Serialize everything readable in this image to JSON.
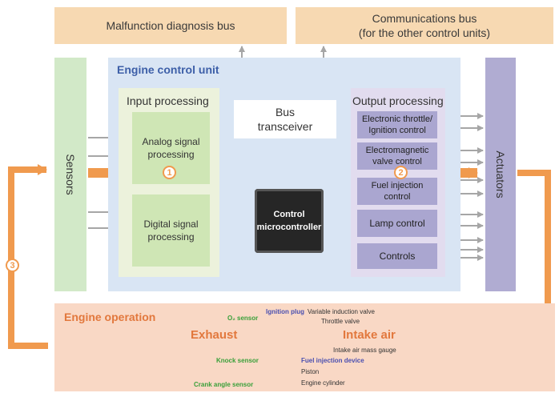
{
  "buses": {
    "malfunction": "Malfunction diagnosis bus",
    "comms_line1": "Communications bus",
    "comms_line2": "(for the other control units)"
  },
  "sensors": "Sensors",
  "actuators": "Actuators",
  "ecu": {
    "title": "Engine control unit",
    "input_title": "Input processing",
    "analog_line1": "Analog signal",
    "analog_line2": "processing",
    "digital_line1": "Digital signal",
    "digital_line2": "processing",
    "bus_transceiver_line1": "Bus",
    "bus_transceiver_line2": "transceiver",
    "micro_line1": "Control",
    "micro_line2": "microcontroller",
    "output_title": "Output processing",
    "outputs": [
      {
        "line1": "Electronic throttle/",
        "line2": "Ignition control"
      },
      {
        "line1": "Electromagnetic",
        "line2": "valve control"
      },
      {
        "line1": "Fuel injection control",
        "line2": ""
      },
      {
        "line1": "Lamp control",
        "line2": ""
      },
      {
        "line1": "Controls",
        "line2": ""
      }
    ]
  },
  "steps": [
    "1",
    "2",
    "3"
  ],
  "engine": {
    "title": "Engine operation",
    "exhaust": "Exhaust",
    "intake": "Intake air",
    "labels": {
      "o2": "O₂ sensor",
      "ignition": "Ignition plug",
      "variable": "Variable induction valve",
      "throttle": "Throttle valve",
      "maf": "Intake air mass gauge",
      "knock": "Knock sensor",
      "fuel": "Fuel injection device",
      "piston": "Piston",
      "crank": "Crank angle sensor",
      "cylinder": "Engine cylinder"
    }
  },
  "colors": {
    "bus": "#f7d9b2",
    "sensors": "#d2e9c8",
    "actuators": "#b0acd2",
    "ecu": "#d9e5f4",
    "engine": "#f9d8c5",
    "flow_arrow": "#f09a4e",
    "signal_arrow": "#a6a6a6"
  }
}
